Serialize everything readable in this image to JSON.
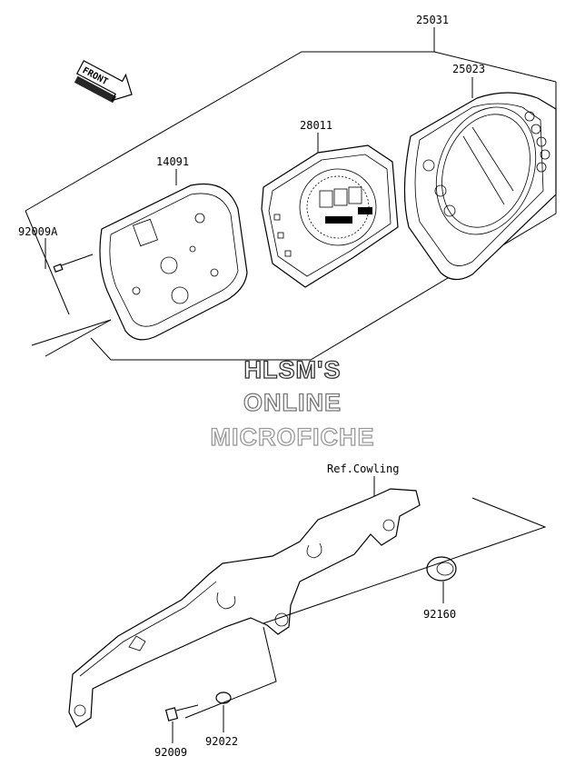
{
  "labels": {
    "assembly": "25031",
    "cover": "25023",
    "meter_unit": "28011",
    "case": "14091",
    "case_screw": "92009A",
    "ref": "Ref.Cowling",
    "grommet": "92160",
    "washer": "92022",
    "bolt": "92009"
  },
  "front_arrow": "FRONT",
  "watermark": {
    "line1": "HLSM'S",
    "line2": "ONLINE",
    "line3": "MICROFICHE"
  },
  "colors": {
    "ink": "#000000",
    "watermark_1": "#333333",
    "watermark_2": "#777777",
    "watermark_3": "#999999"
  },
  "icons": {
    "front": "front-arrow-icon"
  }
}
